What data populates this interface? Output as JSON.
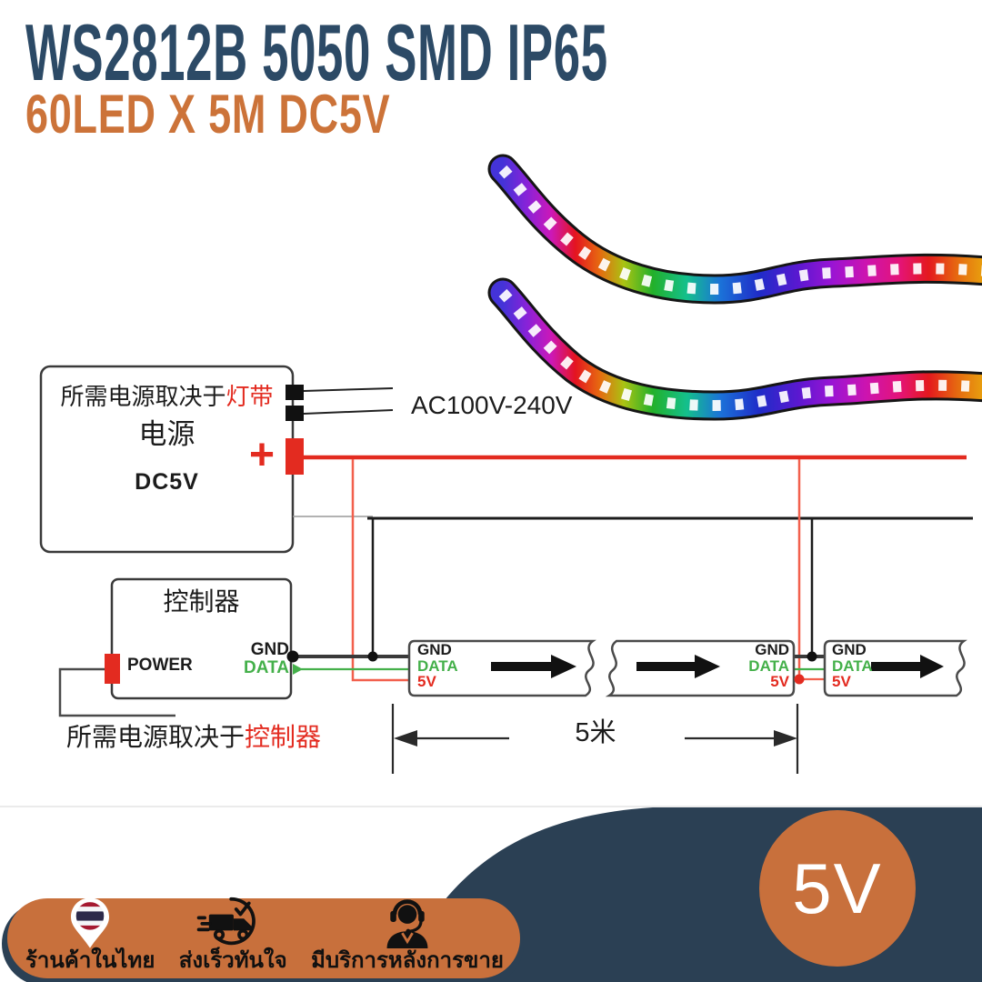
{
  "product": {
    "title": "WS2812B 5050 SMD IP65",
    "subtitle": "60LED X 5M DC5V",
    "voltage_badge": "5V"
  },
  "colors": {
    "title_navy": "#2c4a66",
    "footer_navy": "#2b4054",
    "orange": "#c8703c",
    "subtitle_orange": "#cc7339",
    "wire_red": "#e32b20",
    "wire_soft_red": "#f2604d",
    "wire_green": "#44b04a"
  },
  "diagram": {
    "psu": {
      "note_black": "所需电源取决于",
      "note_red": "灯带",
      "name": "电源",
      "voltage": "DC5V",
      "plus": "+"
    },
    "ac_label": "AC100V-240V",
    "controller": {
      "name": "控制器",
      "power_label": "POWER",
      "gnd_label": "GND",
      "data_label": "DATA"
    },
    "controller_note_black": "所需电源取决于",
    "controller_note_red": "控制器",
    "strips": {
      "gnd": "GND",
      "data": "DATA",
      "v5": "5V"
    },
    "dimension_label": "5米"
  },
  "footer": {
    "badges": [
      {
        "icon": "thai-flag-pin-icon",
        "label": "ร้านค้าในไทย"
      },
      {
        "icon": "fast-delivery-truck-icon",
        "label": "ส่งเร็วทันใจ"
      },
      {
        "icon": "customer-service-headset-icon",
        "label": "มีบริการหลังการขาย"
      }
    ]
  }
}
